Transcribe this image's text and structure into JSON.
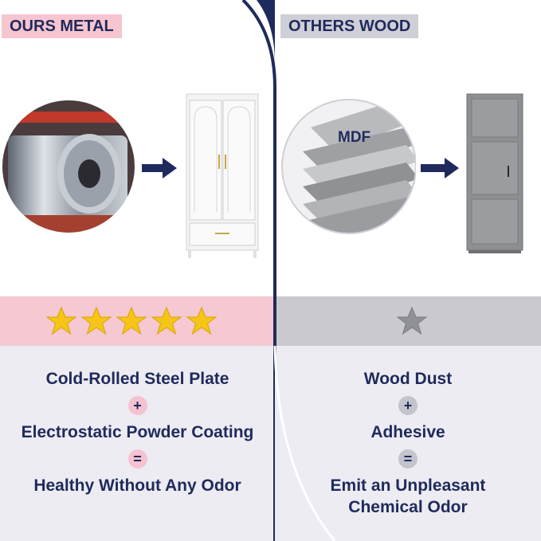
{
  "left": {
    "tag": "OURS METAL",
    "star_count": 5,
    "formula": {
      "item1": "Cold-Rolled Steel Plate",
      "op1": "+",
      "item2": "Electrostatic Powder Coating",
      "op2": "=",
      "result": "Healthy Without Any Odor"
    }
  },
  "right": {
    "tag": "OTHERS WOOD",
    "star_count": 1,
    "mdf_label": "MDF",
    "formula": {
      "item1": "Wood Dust",
      "op1": "+",
      "item2": "Adhesive",
      "op2": "=",
      "result": "Emit an Unpleasant\nChemical Odor"
    }
  },
  "colors": {
    "navy": "#1f2a5c",
    "pink": "#f5c8d2",
    "gray": "#c9c9cf",
    "panel": "#ececf2",
    "gold_star": "#f5c518"
  }
}
